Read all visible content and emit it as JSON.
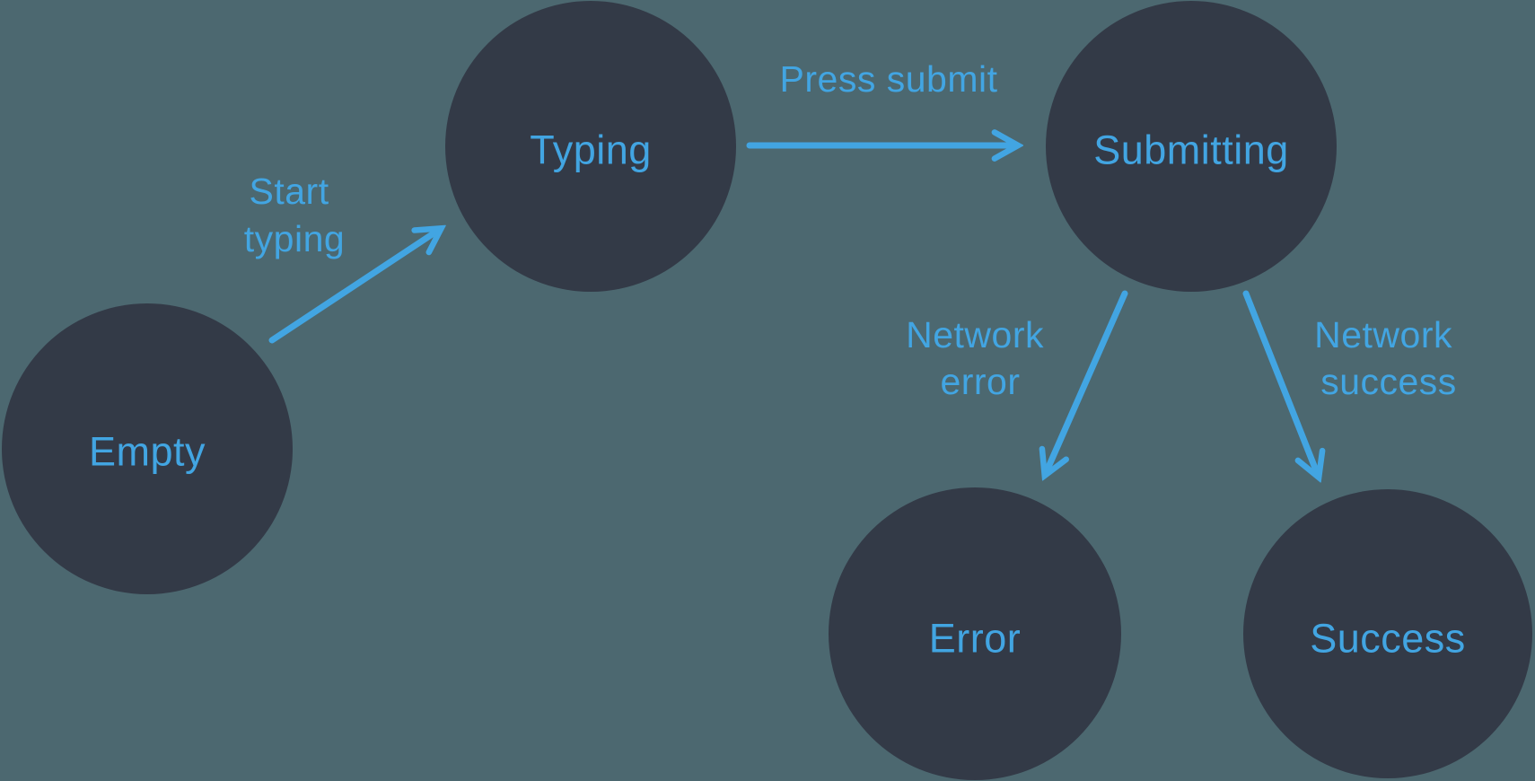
{
  "diagram": {
    "type": "state-machine",
    "colors": {
      "background": "#4C6870",
      "node_fill": "#333A47",
      "accent": "#42A5E2"
    },
    "nodes": [
      {
        "id": "empty",
        "label": "Empty"
      },
      {
        "id": "typing",
        "label": "Typing"
      },
      {
        "id": "submitting",
        "label": "Submitting"
      },
      {
        "id": "error",
        "label": "Error"
      },
      {
        "id": "success",
        "label": "Success"
      }
    ],
    "edges": [
      {
        "from": "empty",
        "to": "typing",
        "label": "Start typing",
        "label_lines": [
          "Start",
          "typing"
        ]
      },
      {
        "from": "typing",
        "to": "submitting",
        "label": "Press submit",
        "label_lines": [
          "Press submit"
        ]
      },
      {
        "from": "submitting",
        "to": "error",
        "label": "Network error",
        "label_lines": [
          "Network",
          "error"
        ]
      },
      {
        "from": "submitting",
        "to": "success",
        "label": "Network success",
        "label_lines": [
          "Network",
          "success"
        ]
      }
    ]
  }
}
